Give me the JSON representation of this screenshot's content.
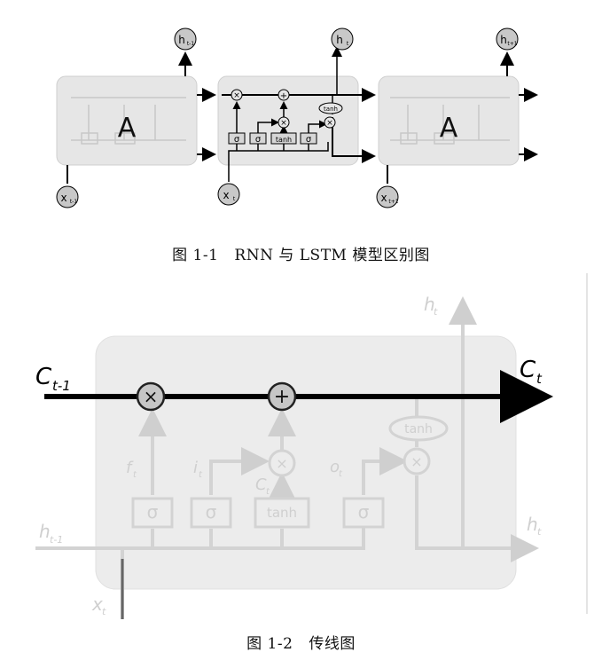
{
  "figure1": {
    "caption_num": "图 1-1",
    "caption_text": "RNN 与 LSTM 模型区别图",
    "module_label": "A",
    "inputs": [
      "x",
      "x",
      "x"
    ],
    "input_subs": [
      "t-1",
      "t",
      "t+1"
    ],
    "outputs": [
      "h",
      "h",
      "h"
    ],
    "output_subs": [
      "t-1",
      "t",
      "t+1"
    ],
    "gates": [
      "σ",
      "σ",
      "tanh",
      "σ"
    ],
    "cell_tanh": "tanh",
    "op_mult": "×",
    "op_add": "+"
  },
  "figure2": {
    "caption_num": "图 1-2",
    "caption_text": "传线图",
    "c_prev": "C",
    "c_prev_sub": "t-1",
    "c_next": "C",
    "c_next_sub": "t",
    "op_mult": "×",
    "op_add": "+",
    "ghost_labels": [
      "h",
      "f",
      "i",
      "C",
      "o",
      "h",
      "h",
      "x"
    ],
    "ghost_subs": [
      "t",
      "t",
      "t",
      "t",
      "t",
      "t-1",
      "t",
      "t"
    ],
    "gates": [
      "σ",
      "σ",
      "tanh",
      "σ"
    ],
    "cell_tanh": "tanh"
  }
}
